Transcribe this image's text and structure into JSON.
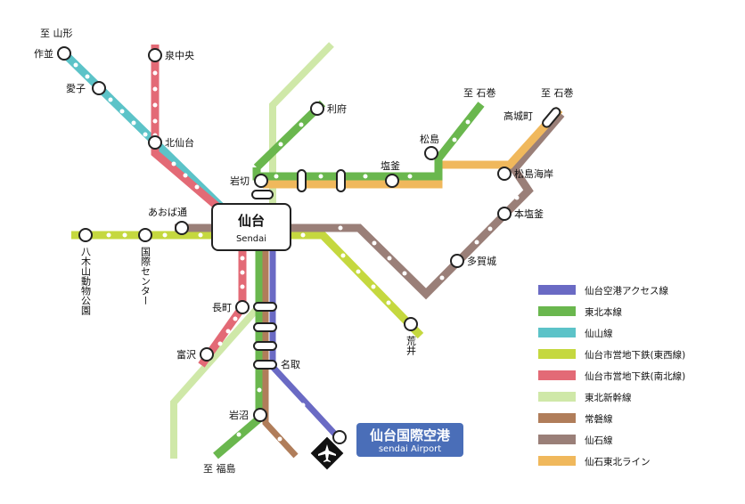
{
  "hub": {
    "name_jp": "仙台",
    "name_en": "Sendai"
  },
  "airport": {
    "name_jp": "仙台国際空港",
    "name_en": "sendai Airport"
  },
  "direction_labels": {
    "yamagata": "至 山形",
    "ishinomaki_tohoku": "至 石巻",
    "ishinomaki_senseki": "至 石巻",
    "fukushima": "至 福島"
  },
  "stations": {
    "sakunami": "作並",
    "ayashi": "愛子",
    "izumi_chuo": "泉中央",
    "kita_sendai": "北仙台",
    "rifu": "利府",
    "iwakiri": "岩切",
    "shiogama": "塩釜",
    "matsushima": "松島",
    "takagimachi": "高城町",
    "matsushima_kaigan": "松島海岸",
    "hon_shiogama": "本塩釜",
    "tagajo": "多賀城",
    "aoba_dori": "あおば通",
    "yagiyama": "八木山動物公園",
    "kokusai_center": "国際センター",
    "nagamachi": "長町",
    "tomizawa": "富沢",
    "natori": "名取",
    "arai": "荒井",
    "iwanuma": "岩沼"
  },
  "legend": [
    {
      "label": "仙台空港アクセス線",
      "color": "#6a6ac4"
    },
    {
      "label": "東北本線",
      "color": "#6ab74e"
    },
    {
      "label": "仙山線",
      "color": "#5cc3c8"
    },
    {
      "label": "仙台市営地下鉄(東西線)",
      "color": "#c5d83f"
    },
    {
      "label": "仙台市営地下鉄(南北線)",
      "color": "#e36a76"
    },
    {
      "label": "東北新幹線",
      "color": "#cfe8a8"
    },
    {
      "label": "常磐線",
      "color": "#b07d5a"
    },
    {
      "label": "仙石線",
      "color": "#9a7f78"
    },
    {
      "label": "仙石東北ライン",
      "color": "#f0b85c"
    }
  ],
  "icons": {
    "airport": "airplane-icon"
  }
}
